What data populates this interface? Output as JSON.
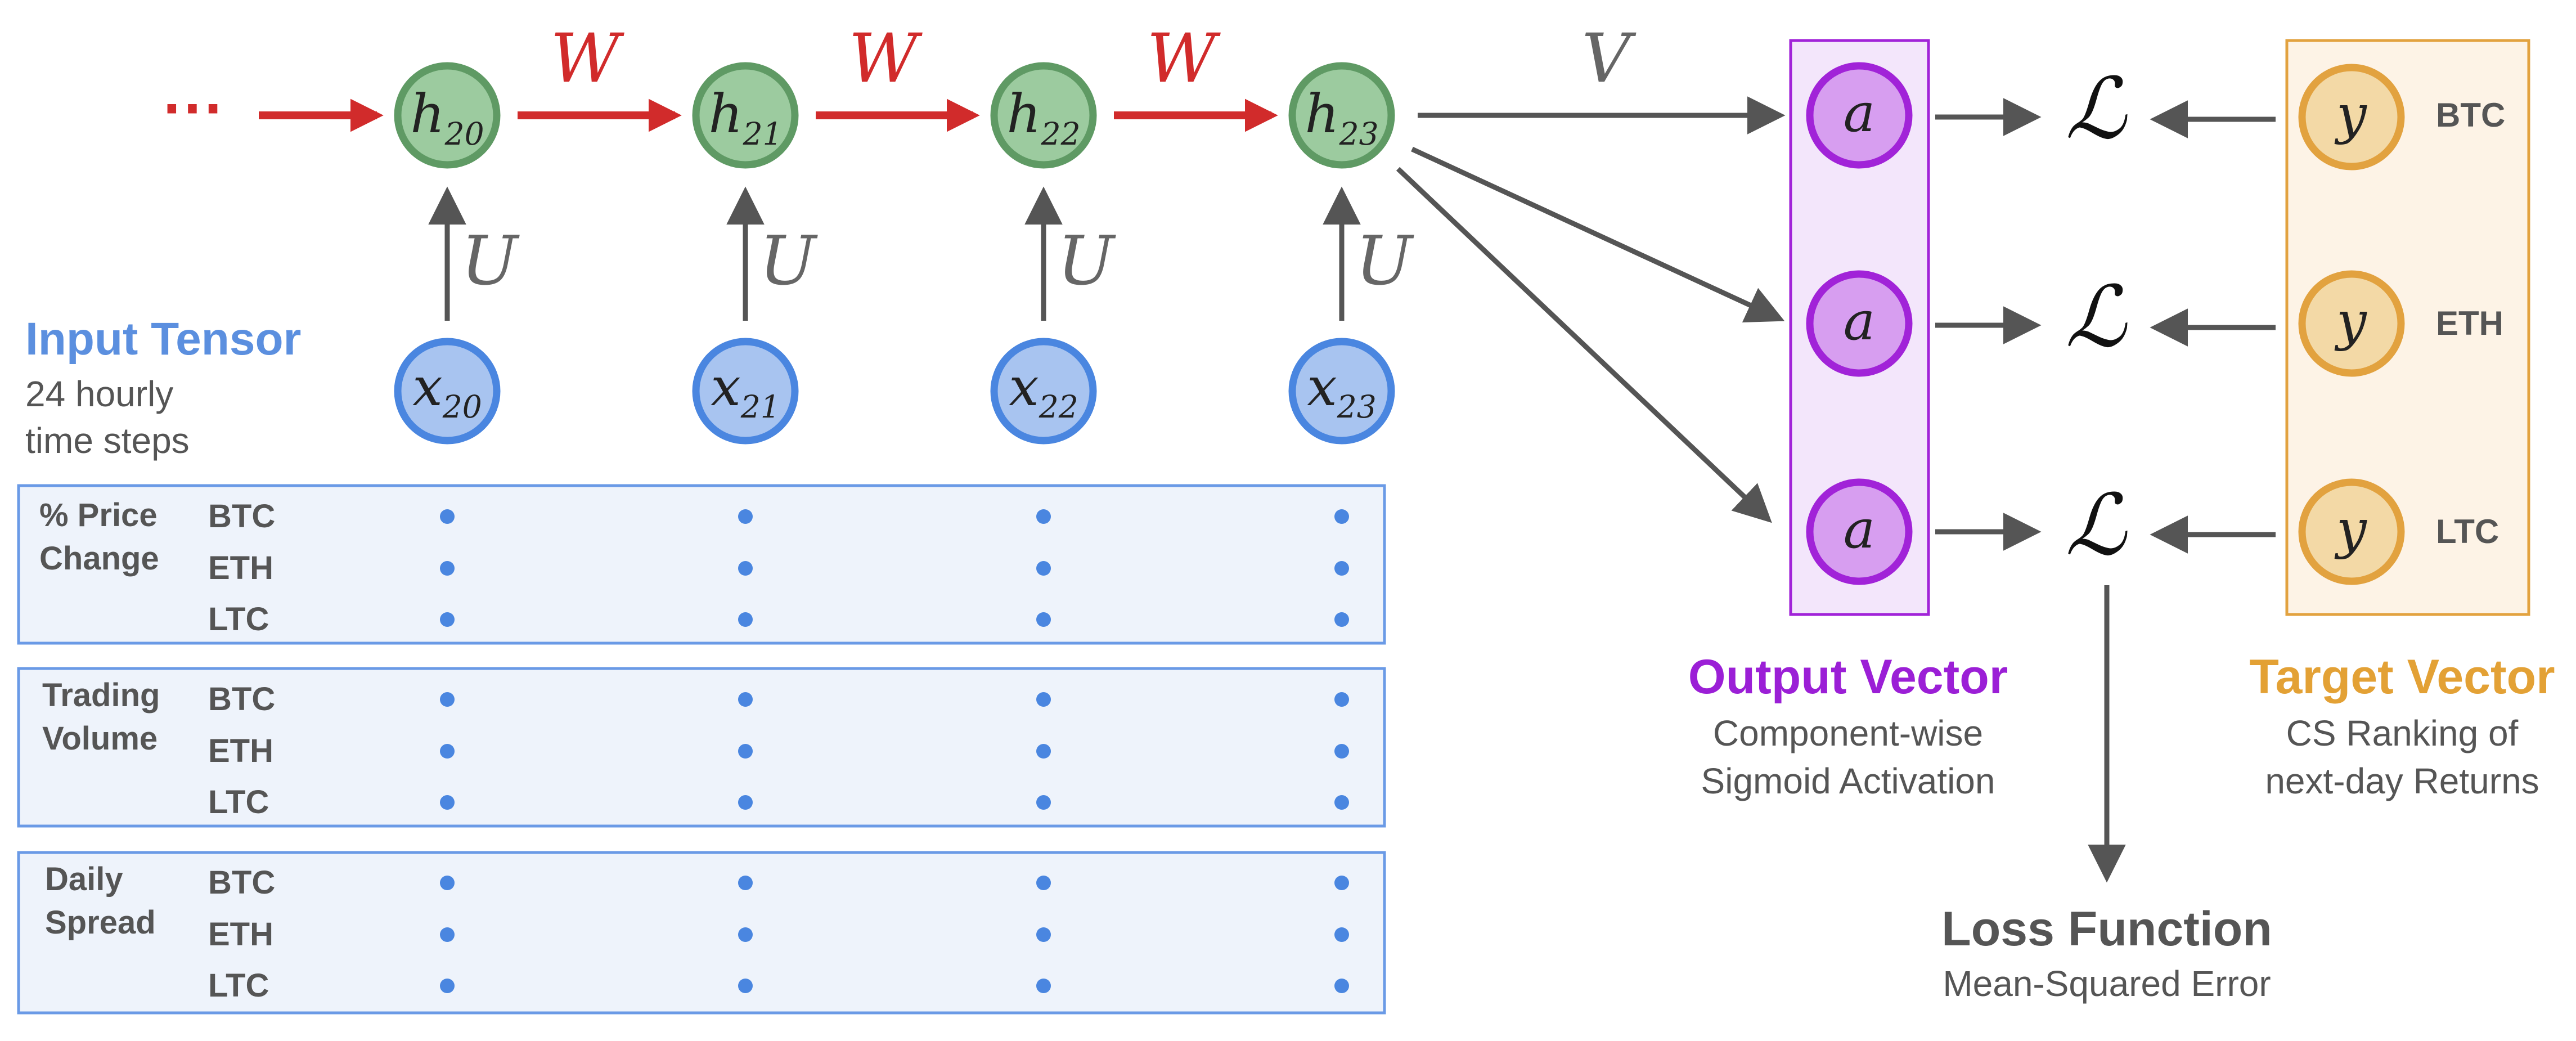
{
  "colors": {
    "rnn_arrow": "#d12b2b",
    "gray_arrow": "#555555",
    "hidden_fill": "#9ccb9f",
    "hidden_stroke": "#5f9a64",
    "input_fill": "#a8c4f0",
    "input_stroke": "#4a86e0",
    "input_title": "#5b8fdf",
    "output_fill": "#d79ef0",
    "output_stroke": "#a123d8",
    "output_box_fill": "#f3e6fb",
    "output_title": "#9b1fd6",
    "target_fill": "#f3d9a6",
    "target_stroke": "#e2a23f",
    "target_box_fill": "#fdf3e6",
    "target_title": "#e3a135",
    "panel_fill": "#eef3fb",
    "panel_stroke": "#6a9ae6",
    "dot": "#4a86e0",
    "text_dark": "#555555"
  },
  "rnn": {
    "ellipsis": "···",
    "w_label": "W",
    "u_label": "U",
    "v_label": "V",
    "hidden": [
      {
        "base": "h",
        "sub": "20"
      },
      {
        "base": "h",
        "sub": "21"
      },
      {
        "base": "h",
        "sub": "22"
      },
      {
        "base": "h",
        "sub": "23"
      }
    ],
    "inputs": [
      {
        "base": "x",
        "sub": "20"
      },
      {
        "base": "x",
        "sub": "21"
      },
      {
        "base": "x",
        "sub": "22"
      },
      {
        "base": "x",
        "sub": "23"
      }
    ]
  },
  "input_tensor": {
    "title": "Input Tensor",
    "subtitle_lines": [
      "24 hourly",
      "time steps"
    ],
    "groups": [
      {
        "name_lines": [
          "% Price",
          "Change"
        ],
        "coins": [
          "BTC",
          "ETH",
          "LTC"
        ]
      },
      {
        "name_lines": [
          "Trading",
          "Volume"
        ],
        "coins": [
          "BTC",
          "ETH",
          "LTC"
        ]
      },
      {
        "name_lines": [
          "Daily",
          "Spread"
        ],
        "coins": [
          "BTC",
          "ETH",
          "LTC"
        ]
      }
    ]
  },
  "output": {
    "node_label": "a",
    "title": "Output Vector",
    "subtitle_lines": [
      "Component-wise",
      "Sigmoid Activation"
    ]
  },
  "loss": {
    "symbol": "ℒ",
    "title": "Loss Function",
    "subtitle": "Mean-Squared Error"
  },
  "target": {
    "node_label": "y",
    "coins": [
      "BTC",
      "ETH",
      "LTC"
    ],
    "title": "Target Vector",
    "subtitle_lines": [
      "CS Ranking of",
      "next-day Returns"
    ]
  }
}
